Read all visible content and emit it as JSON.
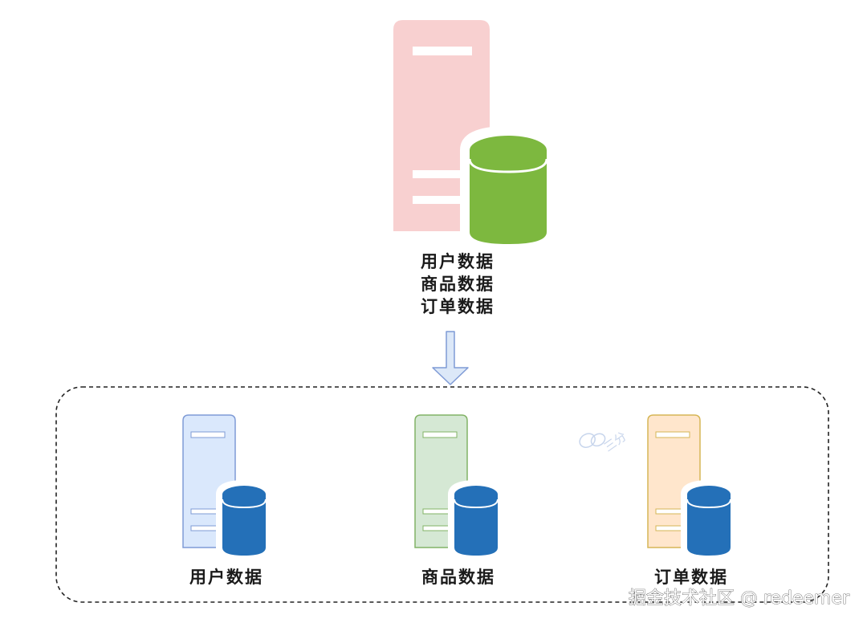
{
  "source_server": {
    "labels": [
      "用户数据",
      "商品数据",
      "订单数据"
    ],
    "color": "#f8d0d0",
    "db_color": "#7db83f"
  },
  "arrow": {
    "color": "#dce8f8",
    "stroke": "#7f9bd6"
  },
  "cluster": {
    "nodes": [
      {
        "label": "用户数据",
        "fill": "#dae8fc",
        "stroke": "#7f9bd6",
        "db_color": "#2470b8"
      },
      {
        "label": "商品数据",
        "fill": "#d5e8d4",
        "stroke": "#82b366",
        "db_color": "#2470b8"
      },
      {
        "label": "订单数据",
        "fill": "#ffe6cc",
        "stroke": "#d6b656",
        "db_color": "#2470b8"
      }
    ]
  },
  "watermark": {
    "text": "掘金技术社区 @ redeemer",
    "icon": "wechat-icon",
    "small_text": "三分"
  }
}
